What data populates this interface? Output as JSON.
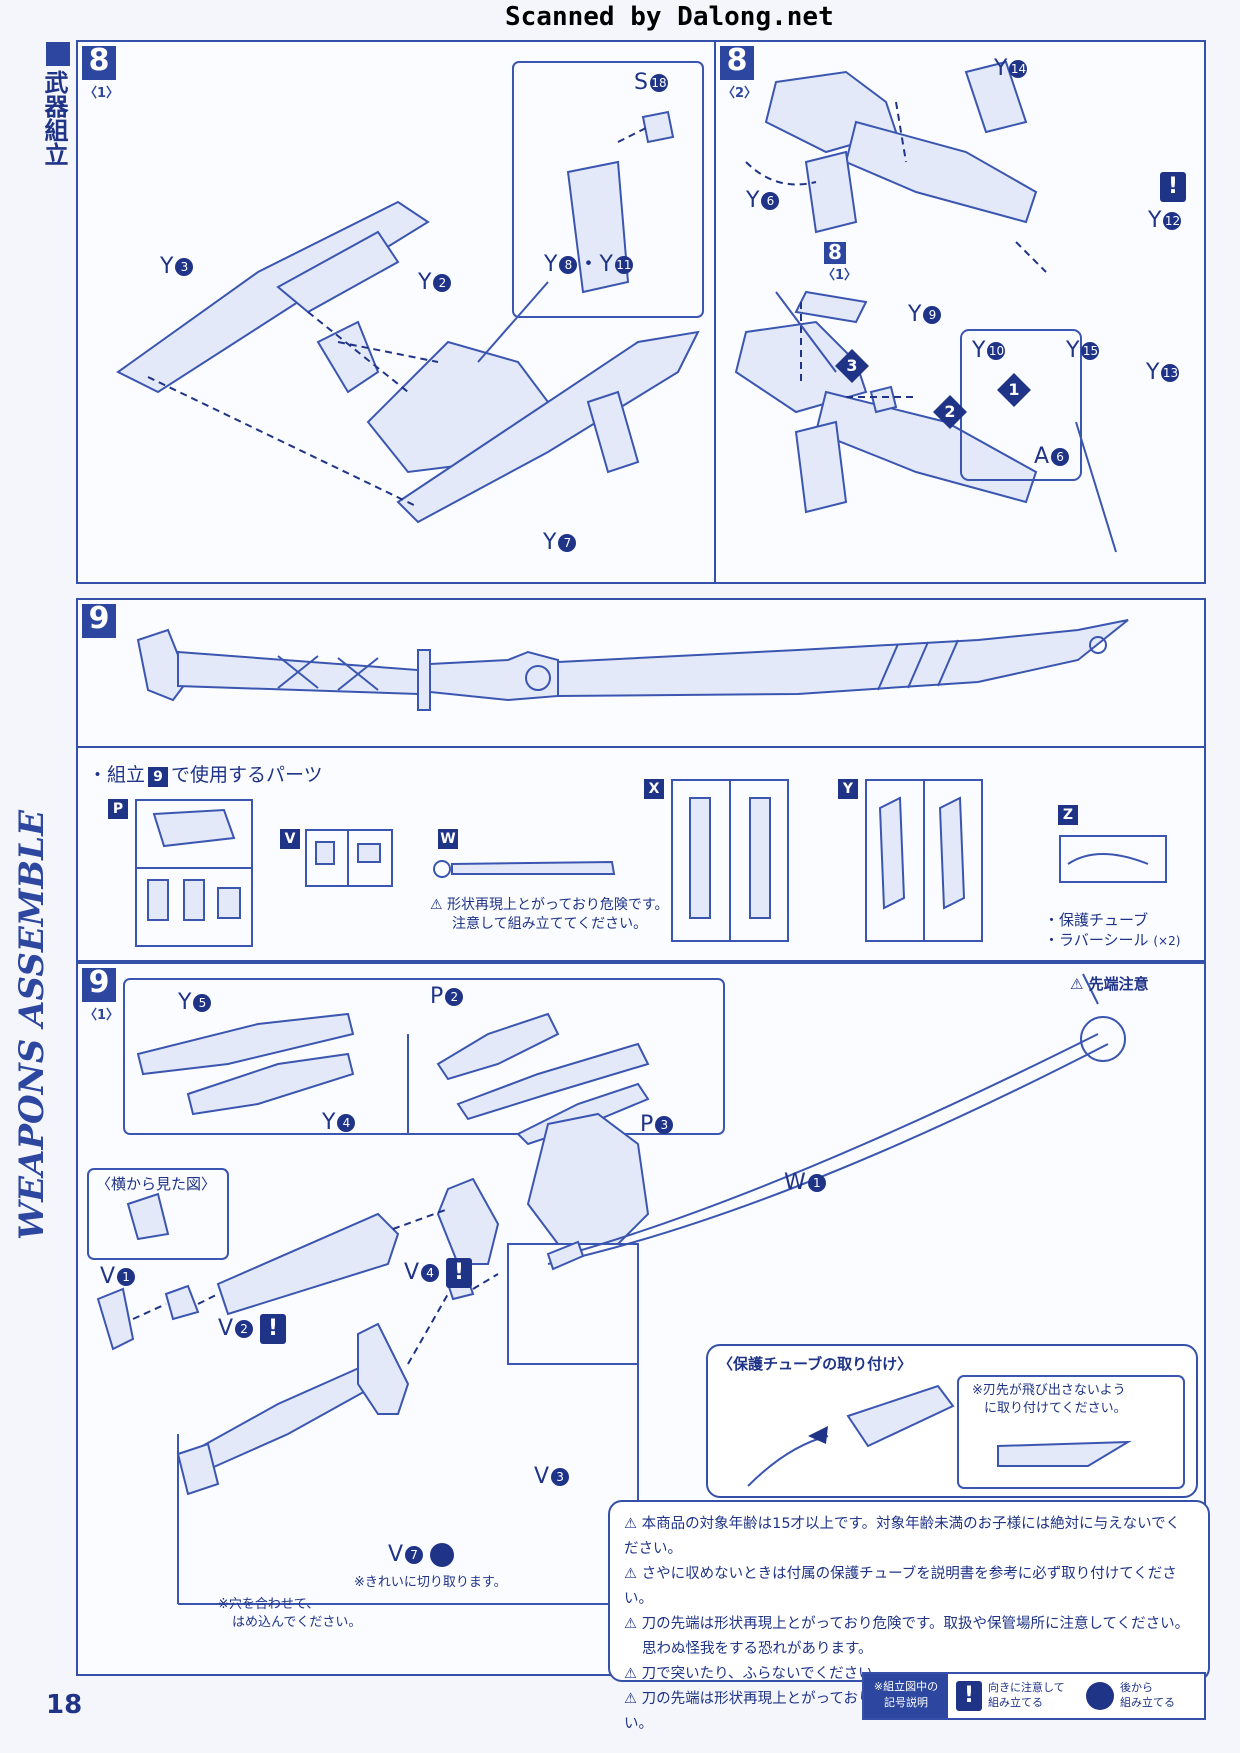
{
  "header": {
    "scan_credit": "Scanned by Dalong.net"
  },
  "sidebar": {
    "section_jp": "武器組立",
    "section_en": "WEAPONS ASSEMBLE",
    "page_number": "18"
  },
  "step8_1": {
    "number": "8",
    "sub": "〈1〉",
    "labels": {
      "y3": "Y",
      "y3n": "3",
      "y2": "Y",
      "y2n": "2",
      "y7": "Y",
      "y7n": "7",
      "s18": "S",
      "s18n": "18",
      "y8": "Y",
      "y8n": "8",
      "dot": "・",
      "y11": "Y",
      "y11n": "11"
    }
  },
  "step8_2": {
    "number": "8",
    "sub": "〈2〉",
    "ref_number": "8",
    "ref_sub": "〈1〉",
    "labels": {
      "y14": "Y",
      "y14n": "14",
      "y6": "Y",
      "y6n": "6",
      "y12": "Y",
      "y12n": "12",
      "y9": "Y",
      "y9n": "9",
      "y10": "Y",
      "y10n": "10",
      "y15": "Y",
      "y15n": "15",
      "y13": "Y",
      "y13n": "13",
      "a6": "A",
      "a6n": "6",
      "o1": "1",
      "o2": "2",
      "o3": "3"
    }
  },
  "step9": {
    "number": "9"
  },
  "parts_used": {
    "title_pre": "・組立",
    "title_num": "9",
    "title_post": "で使用するパーツ",
    "runners": [
      "P",
      "V",
      "W",
      "X",
      "Y",
      "Z"
    ],
    "w_warning_1": "形状再現上とがっており危険です。",
    "w_warning_2": "注意して組み立ててください。",
    "extras_1": "・保護チューブ",
    "extras_2": "・ラバーシール",
    "extras_2_qty": "(×2)"
  },
  "step9_1": {
    "number": "9",
    "sub": "〈1〉",
    "labels": {
      "y5": "Y",
      "y5n": "5",
      "y4": "Y",
      "y4n": "4",
      "p2": "P",
      "p2n": "2",
      "p3": "P",
      "p3n": "3",
      "v1": "V",
      "v1n": "1",
      "v2": "V",
      "v2n": "2",
      "v3": "V",
      "v3n": "3",
      "v4": "V",
      "v4n": "4",
      "v7": "V",
      "v7n": "7",
      "w1": "W",
      "w1n": "1"
    },
    "side_view": "〈横から見た図〉",
    "tip_caution": "先端注意",
    "cut_note": "※きれいに切り取ります。",
    "align_note_1": "※穴を合わせて、",
    "align_note_2": "はめ込んでください。"
  },
  "tube_box": {
    "title": "〈保護チューブの取り付け〉",
    "note_1": "※刃先が飛び出さないよう",
    "note_2": "に取り付けてください。"
  },
  "warnings": [
    "本商品の対象年齢は15才以上です。対象年齢未満のお子様には絶対に与えないでください。",
    "さやに収めないときは付属の保護チューブを説明書を参考に必ず取り付けてください。",
    "刀の先端は形状再現上とがっており危険です。取扱や保管場所に注意してください。",
    "思わぬ怪我をする恐れがあります。",
    "刀で突いたり、ふらないでください。",
    "刀の先端は形状再現上とがっており危険です。人や生き物に絶対に向けないでください。"
  ],
  "legend": {
    "title_1": "※組立図中の",
    "title_2": "記号説明",
    "item1_1": "向きに注意して",
    "item1_2": "組み立てる",
    "item2_1": "後から",
    "item2_2": "組み立てる"
  }
}
